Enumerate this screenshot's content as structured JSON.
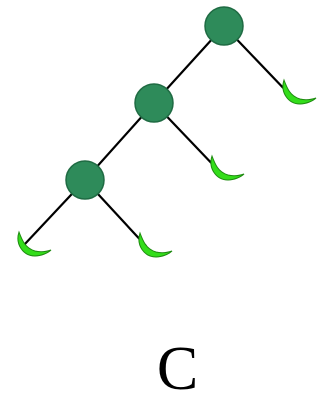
{
  "diagram": {
    "panel_label": "C",
    "node_color": "#2e8b5a",
    "node_stroke": "#1f6b43",
    "leaf_color": "#33dd1a",
    "leaf_stroke": "#1e8a10",
    "edge_color": "#000000",
    "internal_node_count": 3,
    "leaf_count": 4,
    "leaf_icon": "leaf-icon"
  }
}
